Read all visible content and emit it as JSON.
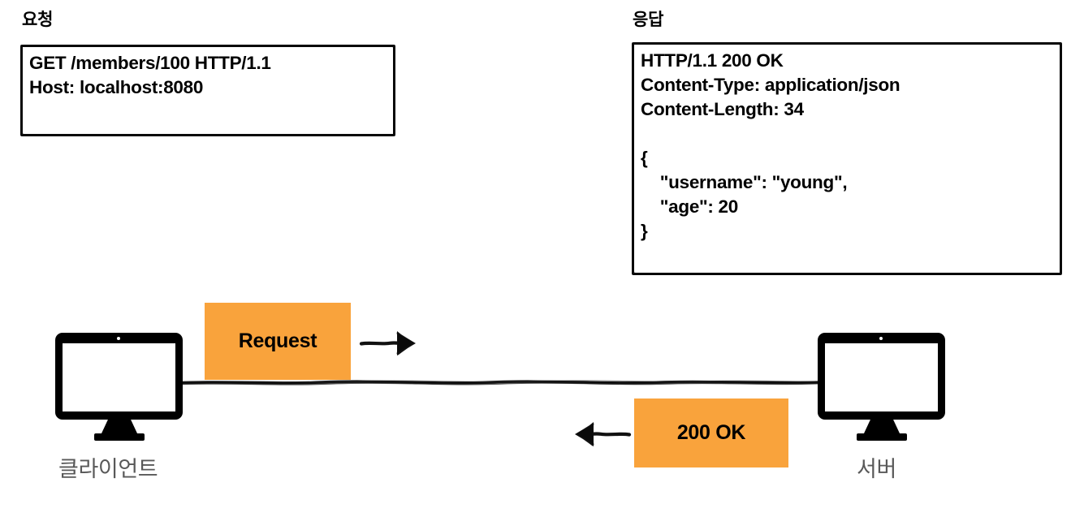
{
  "headings": {
    "request": "요청",
    "response": "응답"
  },
  "messages": {
    "request_text": "GET /members/100 HTTP/1.1\nHost: localhost:8080",
    "response_text": "HTTP/1.1 200 OK\nContent-Type: application/json\nContent-Length: 34\n\n{\n    \"username\": \"young\",\n    \"age\": 20\n}"
  },
  "flow": {
    "request_tag": "Request",
    "response_tag": "200 OK",
    "client_label": "클라이언트",
    "server_label": "서버"
  },
  "icons": {
    "client_device": "desktop-monitor-icon",
    "server_device": "desktop-monitor-icon",
    "request_arrow": "arrow-right-icon",
    "response_arrow": "arrow-left-icon",
    "connection": "network-line"
  },
  "colors": {
    "accent_orange": "#F9A33C",
    "ink": "#000000",
    "caption_gray": "#595959",
    "canvas": "#FFFFFF"
  }
}
